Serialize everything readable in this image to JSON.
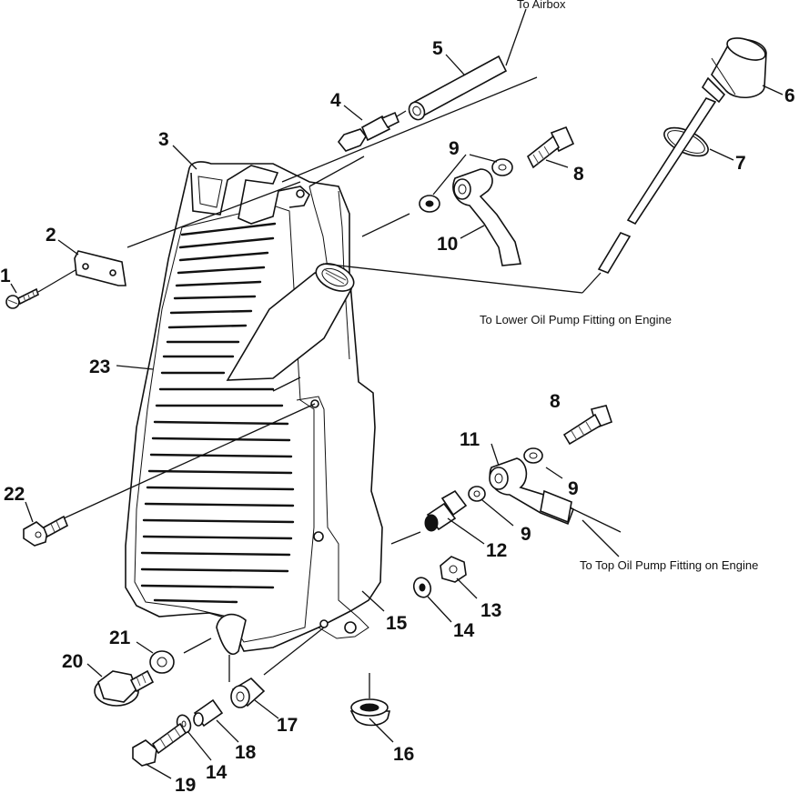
{
  "callouts": {
    "c1": "1",
    "c2": "2",
    "c3": "3",
    "c4": "4",
    "c5": "5",
    "c6": "6",
    "c7": "7",
    "c8a": "8",
    "c8b": "8",
    "c9a": "9",
    "c9b": "9",
    "c9c": "9",
    "c10": "10",
    "c11": "11",
    "c12": "12",
    "c13": "13",
    "c14a": "14",
    "c14b": "14",
    "c15": "15",
    "c16": "16",
    "c17": "17",
    "c18": "18",
    "c19": "19",
    "c20": "20",
    "c21": "21",
    "c22": "22",
    "c23": "23"
  },
  "notes": {
    "airbox": "To Airbox",
    "lower_pump": "To Lower Oil Pump Fitting on Engine",
    "top_pump": "To Top Oil Pump Fitting on Engine"
  }
}
